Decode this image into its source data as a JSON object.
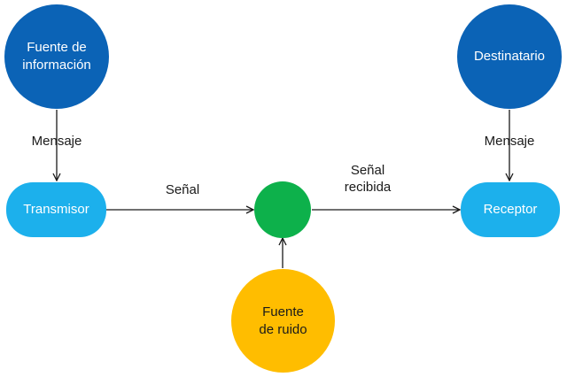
{
  "colors": {
    "dark_blue": "#0b63b6",
    "light_blue": "#1cb0ec",
    "green": "#0db14b",
    "yellow": "#ffbd00",
    "line": "#1a1a1a"
  },
  "nodes": {
    "fuente_informacion": "Fuente de\ninformación",
    "destinatario": "Destinatario",
    "transmisor": "Transmisor",
    "receptor": "Receptor",
    "canal": "",
    "fuente_ruido": "Fuente\nde ruido"
  },
  "edge_labels": {
    "mensaje_left": "Mensaje",
    "mensaje_right": "Mensaje",
    "senal": "Señal",
    "senal_recibida": "Señal\nrecibida"
  }
}
